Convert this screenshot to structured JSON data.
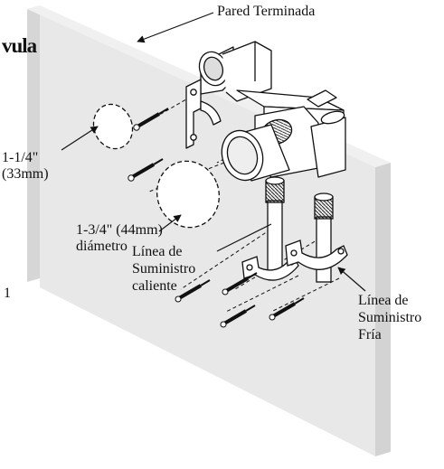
{
  "labels": {
    "heading_fragment": "vula",
    "left_fragment": "1",
    "finished_wall": "Pared Terminada",
    "hole_small_line1": "1-1/4\"",
    "hole_small_line2": "(33mm)",
    "hole_large_line1": "1-3/4\" (44mm)",
    "hole_large_line2": "diámetro",
    "hot_line1": "Línea de",
    "hot_line2": "Suministro",
    "hot_line3": "caliente",
    "cold_line1": "Línea de",
    "cold_line2": "Suministro",
    "cold_line3": "Fría"
  },
  "colors": {
    "wall_face": "#e8e8e8",
    "wall_edge": "#d6d6d6",
    "line": "#111111",
    "part_fill": "#ffffff",
    "shade": "#cfcfcf"
  }
}
